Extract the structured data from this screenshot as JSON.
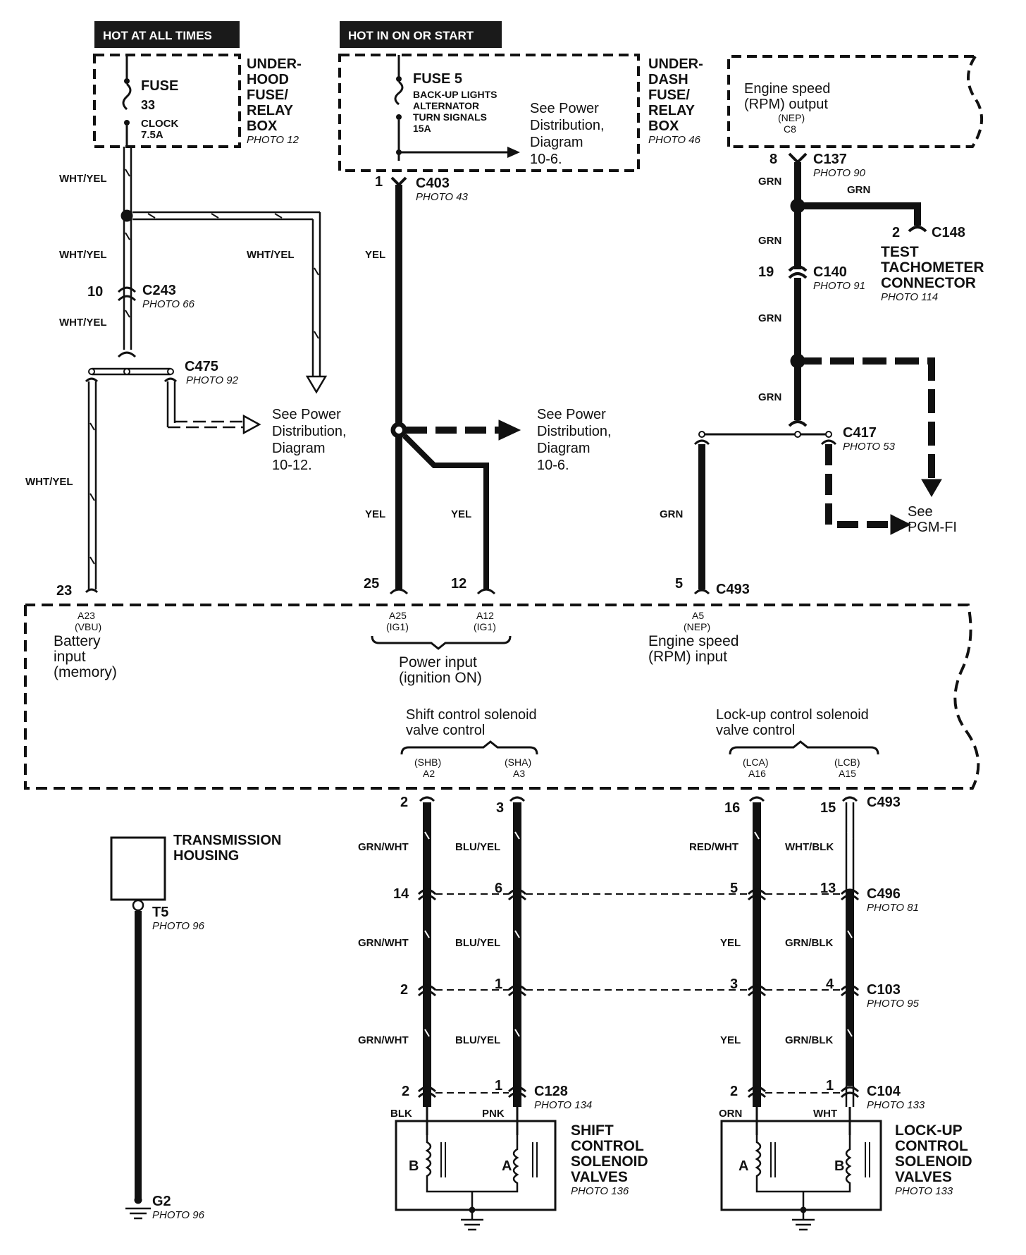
{
  "headers": {
    "hot_always": "HOT AT ALL TIMES",
    "hot_on_start": "HOT IN ON OR START"
  },
  "underhood_box": {
    "fuse_label": "FUSE",
    "fuse_number": "33",
    "fuse_name": "CLOCK",
    "fuse_rating": "7.5A",
    "name_lines": [
      "UNDER-",
      "HOOD",
      "FUSE/",
      "RELAY",
      "BOX"
    ],
    "photo": "PHOTO 12"
  },
  "underdash_box": {
    "fuse_label": "FUSE 5",
    "fuse_lines": [
      "BACK-UP LIGHTS",
      "ALTERNATOR",
      "TURN SIGNALS",
      "15A"
    ],
    "see_lines": [
      "See Power",
      "Distribution,",
      "Diagram",
      "10-6."
    ],
    "name_lines": [
      "UNDER-",
      "DASH",
      "FUSE/",
      "RELAY",
      "BOX"
    ],
    "photo": "PHOTO 46"
  },
  "engine_speed_output": {
    "lines": [
      "Engine speed",
      "(RPM) output"
    ],
    "signal": "(NEP)",
    "pin": "C8"
  },
  "connectors": {
    "c137": {
      "name": "C137",
      "photo": "PHOTO 90",
      "pin": "8"
    },
    "c148": {
      "name": "C148",
      "pin": "2"
    },
    "c140": {
      "name": "C140",
      "photo": "PHOTO 91",
      "pin": "19"
    },
    "c403": {
      "name": "C403",
      "photo": "PHOTO 43",
      "pin": "1"
    },
    "c243": {
      "name": "C243",
      "photo": "PHOTO 66",
      "pin": "10"
    },
    "c475": {
      "name": "C475",
      "photo": "PHOTO 92"
    },
    "c417": {
      "name": "C417",
      "photo": "PHOTO 53"
    },
    "c493_top": {
      "name": "C493",
      "pins": [
        "23",
        "25",
        "12",
        "5"
      ]
    },
    "c493_bottom": {
      "name": "C493",
      "pins": [
        "2",
        "3",
        "16",
        "15"
      ]
    },
    "c496": {
      "name": "C496",
      "photo": "PHOTO 81",
      "pins": [
        "14",
        "6",
        "5",
        "13"
      ]
    },
    "c103": {
      "name": "C103",
      "photo": "PHOTO 95",
      "pins": [
        "2",
        "1",
        "3",
        "4"
      ]
    },
    "c128": {
      "name": "C128",
      "photo": "PHOTO 134",
      "pins": [
        "2",
        "1"
      ]
    },
    "c104": {
      "name": "C104",
      "photo": "PHOTO 133",
      "pins": [
        "2",
        "1"
      ]
    }
  },
  "test_tach": {
    "lines": [
      "TEST",
      "TACHOMETER",
      "CONNECTOR"
    ],
    "photo": "PHOTO 114"
  },
  "see_power_1012": [
    "See Power",
    "Distribution,",
    "Diagram",
    "10-12."
  ],
  "see_power_106": [
    "See Power",
    "Distribution,",
    "Diagram",
    "10-6."
  ],
  "see_pgmfi": [
    "See",
    "PGM-FI"
  ],
  "wire_colors": {
    "wht_yel": "WHT/YEL",
    "yel": "YEL",
    "grn": "GRN",
    "grn_wht": "GRN/WHT",
    "blu_yel": "BLU/YEL",
    "red_wht": "RED/WHT",
    "wht_blk": "WHT/BLK",
    "grn_blk": "GRN/BLK",
    "blk": "BLK",
    "pnk": "PNK",
    "orn": "ORN",
    "wht": "WHT"
  },
  "pcm": {
    "a23": "A23",
    "vbu": "(VBU)",
    "battery_lines": [
      "Battery",
      "input",
      "(memory)"
    ],
    "a25": "A25",
    "a12": "A12",
    "ig1": "(IG1)",
    "power_lines": [
      "Power input",
      "(ignition ON)"
    ],
    "a5": "A5",
    "nep": "(NEP)",
    "engine_in_lines": [
      "Engine speed",
      "(RPM) input"
    ],
    "shift_ctrl_lines": [
      "Shift control solenoid",
      "valve control"
    ],
    "shb": "(SHB)",
    "a2": "A2",
    "sha": "(SHA)",
    "a3": "A3",
    "lockup_ctrl_lines": [
      "Lock-up control solenoid",
      "valve control"
    ],
    "lca": "(LCA)",
    "a16": "A16",
    "lcb": "(LCB)",
    "a15": "A15"
  },
  "transmission_housing": [
    "TRANSMISSION",
    "HOUSING"
  ],
  "t5": {
    "name": "T5",
    "photo": "PHOTO 96"
  },
  "g2": {
    "name": "G2",
    "photo": "PHOTO 96"
  },
  "shift_valves": {
    "lines": [
      "SHIFT",
      "CONTROL",
      "SOLENOID",
      "VALVES"
    ],
    "photo": "PHOTO 136",
    "coil_b": "B",
    "coil_a": "A"
  },
  "lockup_valves": {
    "lines": [
      "LOCK-UP",
      "CONTROL",
      "SOLENOID",
      "VALVES"
    ],
    "photo": "PHOTO 133",
    "coil_a": "A",
    "coil_b": "B"
  }
}
